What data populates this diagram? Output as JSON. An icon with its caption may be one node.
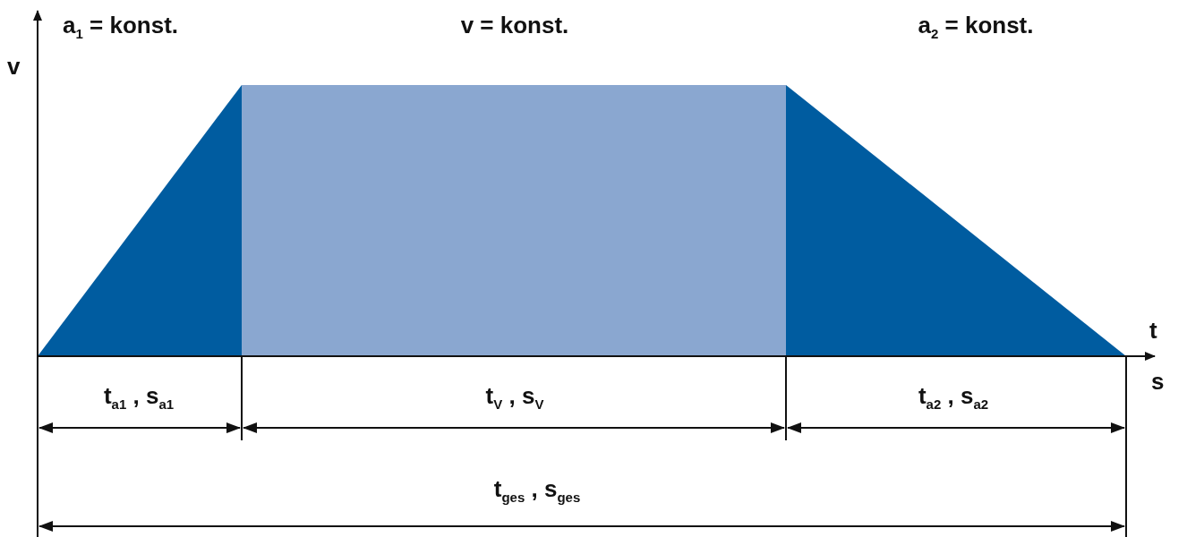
{
  "diagram": {
    "labels": [
      "a$_{1}$ = konst.",
      "v = konst.",
      "a$_{2}$ = konst.",
      "v",
      "t",
      "s",
      "t$_{a1}$ , s$_{a1}$",
      "t$_{V}$ , s$_{V}$",
      "t$_{a2}$ , s$_{a2}$",
      "t$_{ges}$ , s$_{ges}$"
    ]
  }
}
